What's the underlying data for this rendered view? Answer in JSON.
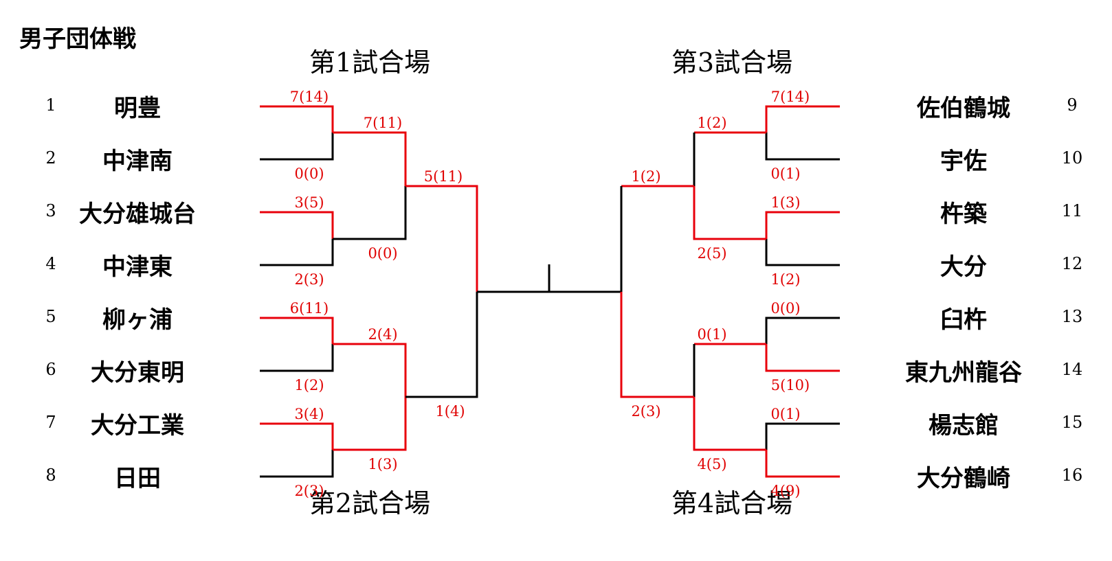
{
  "title": "男子団体戦",
  "venues": {
    "v1": "第1試合場",
    "v2": "第2試合場",
    "v3": "第3試合場",
    "v4": "第4試合場"
  },
  "colors": {
    "winner_line": "#e8000b",
    "loser_line": "#000000",
    "score_text": "#e00000"
  },
  "left_teams": [
    {
      "seed": "1",
      "name": "明豊"
    },
    {
      "seed": "2",
      "name": "中津南"
    },
    {
      "seed": "3",
      "name": "大分雄城台"
    },
    {
      "seed": "4",
      "name": "中津東"
    },
    {
      "seed": "5",
      "name": "柳ヶ浦"
    },
    {
      "seed": "6",
      "name": "大分東明"
    },
    {
      "seed": "7",
      "name": "大分工業"
    },
    {
      "seed": "8",
      "name": "日田"
    }
  ],
  "right_teams": [
    {
      "seed": "9",
      "name": "佐伯鶴城"
    },
    {
      "seed": "10",
      "name": "宇佐"
    },
    {
      "seed": "11",
      "name": "杵築"
    },
    {
      "seed": "12",
      "name": "大分"
    },
    {
      "seed": "13",
      "name": "臼杵"
    },
    {
      "seed": "14",
      "name": "東九州龍谷"
    },
    {
      "seed": "15",
      "name": "楊志館"
    },
    {
      "seed": "16",
      "name": "大分鶴崎"
    }
  ],
  "scores": {
    "left_r1": [
      "7(14)",
      "0(0)",
      "3(5)",
      "2(3)",
      "6(11)",
      "1(2)",
      "3(4)",
      "2(3)"
    ],
    "left_r2": [
      "7(11)",
      "0(0)",
      "2(4)",
      "1(3)"
    ],
    "left_r3": [
      "5(11)",
      "1(4)"
    ],
    "right_r1": [
      "7(14)",
      "0(1)",
      "1(3)",
      "1(2)",
      "0(0)",
      "5(10)",
      "0(1)",
      "4(9)"
    ],
    "right_r2": [
      "1(2)",
      "2(5)",
      "0(1)",
      "4(5)"
    ],
    "right_r3": [
      "1(2)",
      "2(3)"
    ]
  }
}
